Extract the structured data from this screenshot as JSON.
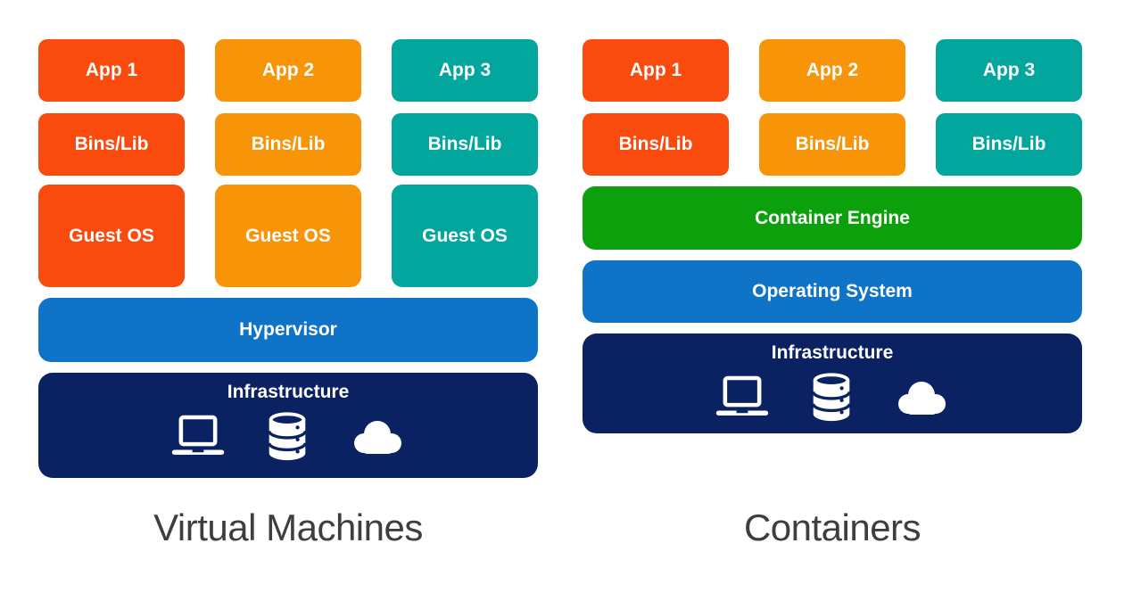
{
  "vm": {
    "title": "Virtual Machines",
    "stacks": [
      {
        "app": "App 1",
        "bins": "Bins/Lib",
        "guest_os": "Guest OS"
      },
      {
        "app": "App 2",
        "bins": "Bins/Lib",
        "guest_os": "Guest OS"
      },
      {
        "app": "App 3",
        "bins": "Bins/Lib",
        "guest_os": "Guest OS"
      }
    ],
    "hypervisor": "Hypervisor",
    "infrastructure": "Infrastructure"
  },
  "containers": {
    "title": "Containers",
    "stacks": [
      {
        "app": "App 1",
        "bins": "Bins/Lib"
      },
      {
        "app": "App 2",
        "bins": "Bins/Lib"
      },
      {
        "app": "App 3",
        "bins": "Bins/Lib"
      }
    ],
    "container_engine": "Container Engine",
    "operating_system": "Operating System",
    "infrastructure": "Infrastructure"
  },
  "icons": {
    "infrastructure": [
      "laptop-icon",
      "database-icon",
      "cloud-icon"
    ]
  },
  "colors": {
    "stack1": "#FA4B0F",
    "stack2": "#F79408",
    "stack3": "#02A69C",
    "hypervisor_blue": "#0F73C8",
    "engine_green": "#0CA10C",
    "os_blue": "#0F73C8",
    "infra_navy": "#0A2261",
    "title_text": "#3E3E3E",
    "label_text": "#FFFFFF"
  }
}
